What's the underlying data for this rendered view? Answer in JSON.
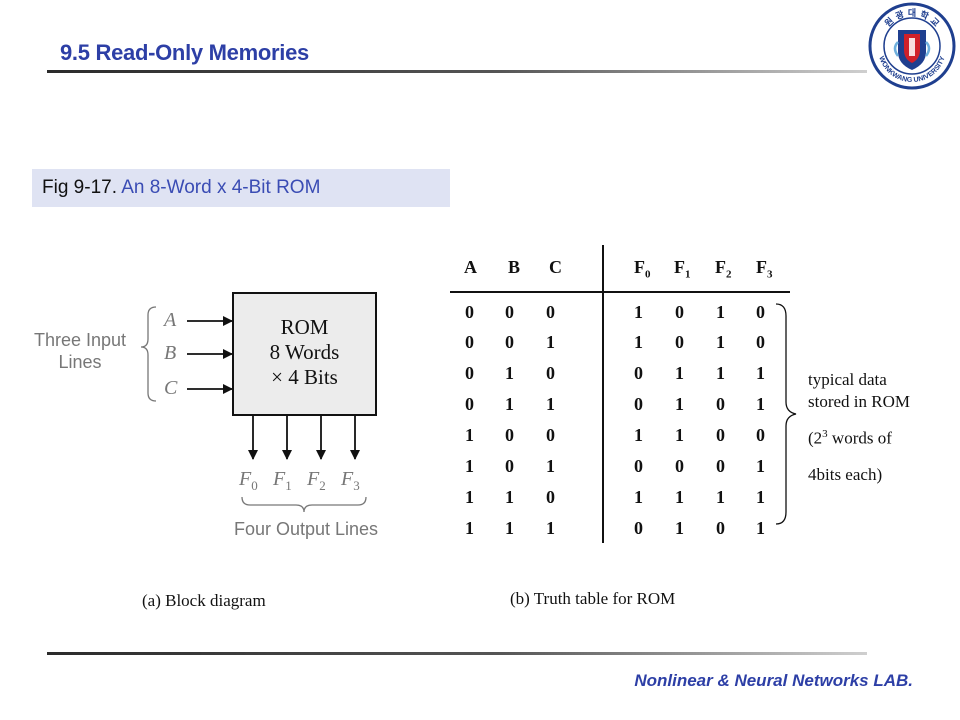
{
  "header": {
    "title": "9.5 Read-Only Memories"
  },
  "figure": {
    "caption_prefix": "Fig 9-17.",
    "caption_text": "An 8-Word x 4-Bit ROM"
  },
  "block_diagram": {
    "side_label_line1": "Three Input",
    "side_label_line2": "Lines",
    "inputs": [
      "A",
      "B",
      "C"
    ],
    "box_line1": "ROM",
    "box_line2": "8 Words",
    "box_line3": "× 4 Bits",
    "outputs": [
      {
        "letter": "F",
        "sub": "0"
      },
      {
        "letter": "F",
        "sub": "1"
      },
      {
        "letter": "F",
        "sub": "2"
      },
      {
        "letter": "F",
        "sub": "3"
      }
    ],
    "bottom_label": "Four Output Lines",
    "caption": "(a)  Block diagram"
  },
  "truth_table": {
    "input_headers": [
      "A",
      "B",
      "C"
    ],
    "output_headers": [
      {
        "letter": "F",
        "sub": "0"
      },
      {
        "letter": "F",
        "sub": "1"
      },
      {
        "letter": "F",
        "sub": "2"
      },
      {
        "letter": "F",
        "sub": "3"
      }
    ],
    "rows": [
      {
        "inputs": [
          "0",
          "0",
          "0"
        ],
        "outputs": [
          "1",
          "0",
          "1",
          "0"
        ]
      },
      {
        "inputs": [
          "0",
          "0",
          "1"
        ],
        "outputs": [
          "1",
          "0",
          "1",
          "0"
        ]
      },
      {
        "inputs": [
          "0",
          "1",
          "0"
        ],
        "outputs": [
          "0",
          "1",
          "1",
          "1"
        ]
      },
      {
        "inputs": [
          "0",
          "1",
          "1"
        ],
        "outputs": [
          "0",
          "1",
          "0",
          "1"
        ]
      },
      {
        "inputs": [
          "1",
          "0",
          "0"
        ],
        "outputs": [
          "1",
          "1",
          "0",
          "0"
        ]
      },
      {
        "inputs": [
          "1",
          "0",
          "1"
        ],
        "outputs": [
          "0",
          "0",
          "0",
          "1"
        ]
      },
      {
        "inputs": [
          "1",
          "1",
          "0"
        ],
        "outputs": [
          "1",
          "1",
          "1",
          "1"
        ]
      },
      {
        "inputs": [
          "1",
          "1",
          "1"
        ],
        "outputs": [
          "0",
          "1",
          "0",
          "1"
        ]
      }
    ],
    "caption": "(b)  Truth table for ROM"
  },
  "annotation": {
    "line1": "typical data",
    "line2": "stored in ROM",
    "line3_prefix": "(2",
    "line3_sup": "3",
    "line3_suffix": " words of",
    "line4": "4bits each)"
  },
  "logo": {
    "text_top": "원 광 대 학 교",
    "text_bottom": "WONKWANG UNIVERSITY",
    "colors": {
      "navy": "#1f3f8f",
      "red": "#d0202a",
      "light_blue": "#6fb0dd"
    }
  },
  "footer": {
    "text": "Nonlinear & Neural Networks LAB."
  },
  "colors": {
    "title_blue": "#2d3fa6",
    "caption_bg": "#dfe3f3",
    "caption_text": "#3a4cb4"
  }
}
